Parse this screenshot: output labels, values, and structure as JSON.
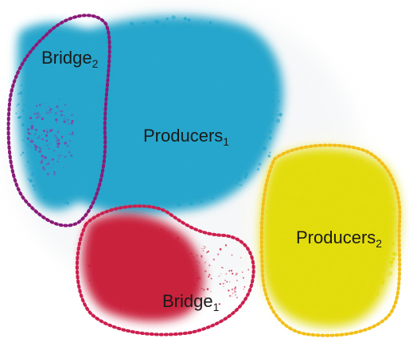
{
  "colors": {
    "producers_1": "#26a6cc",
    "producers_2": "#e3dc10",
    "bridge_1": "#c9243c",
    "bridge_2": "#8b3c9e",
    "bridge_1_outline": "#cc1f4e",
    "bridge_2_outline": "#8a1a78",
    "producers_2_outline": "#f2bf1a"
  },
  "labels": {
    "bridge_2": {
      "name": "Bridge",
      "subscript": "2"
    },
    "producers_1": {
      "name": "Producers",
      "subscript": "1"
    },
    "producers_2": {
      "name": "Producers",
      "subscript": "2"
    },
    "bridge_1": {
      "name": "Bridge",
      "subscript": "1"
    }
  }
}
